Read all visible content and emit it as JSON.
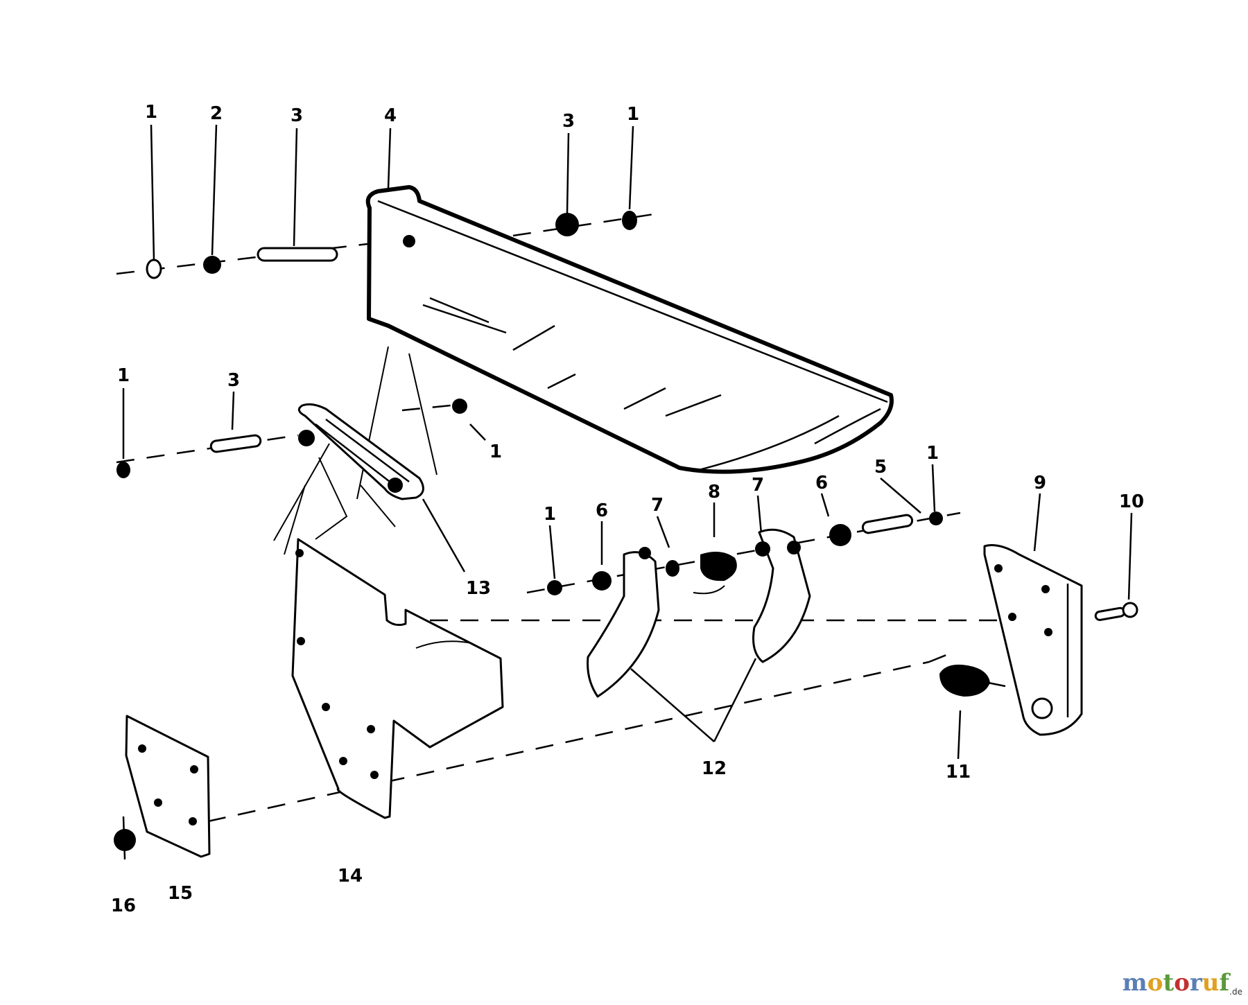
{
  "callouts": [
    {
      "id": "c1a",
      "text": "1"
    },
    {
      "id": "c2",
      "text": "2"
    },
    {
      "id": "c3a",
      "text": "3"
    },
    {
      "id": "c4",
      "text": "4"
    },
    {
      "id": "c3b",
      "text": "3"
    },
    {
      "id": "c1b",
      "text": "1"
    },
    {
      "id": "c1c",
      "text": "1"
    },
    {
      "id": "c3c",
      "text": "3"
    },
    {
      "id": "c1d",
      "text": "1"
    },
    {
      "id": "c13",
      "text": "13"
    },
    {
      "id": "c1e",
      "text": "1"
    },
    {
      "id": "c6a",
      "text": "6"
    },
    {
      "id": "c7a",
      "text": "7"
    },
    {
      "id": "c8",
      "text": "8"
    },
    {
      "id": "c7b",
      "text": "7"
    },
    {
      "id": "c6b",
      "text": "6"
    },
    {
      "id": "c5",
      "text": "5"
    },
    {
      "id": "c1f",
      "text": "1"
    },
    {
      "id": "c9",
      "text": "9"
    },
    {
      "id": "c10",
      "text": "10"
    },
    {
      "id": "c11",
      "text": "11"
    },
    {
      "id": "c12",
      "text": "12"
    },
    {
      "id": "c14",
      "text": "14"
    },
    {
      "id": "c15",
      "text": "15"
    },
    {
      "id": "c16",
      "text": "16"
    }
  ],
  "watermark": {
    "letters": [
      {
        "ch": "m",
        "color": "#5a7fb5"
      },
      {
        "ch": "o",
        "color": "#e0a020"
      },
      {
        "ch": "t",
        "color": "#5a9a3a"
      },
      {
        "ch": "o",
        "color": "#c23030"
      },
      {
        "ch": "r",
        "color": "#5a7fb5"
      },
      {
        "ch": "u",
        "color": "#e0a020"
      },
      {
        "ch": "f",
        "color": "#5a9a3a"
      }
    ],
    "tld": ".de"
  }
}
